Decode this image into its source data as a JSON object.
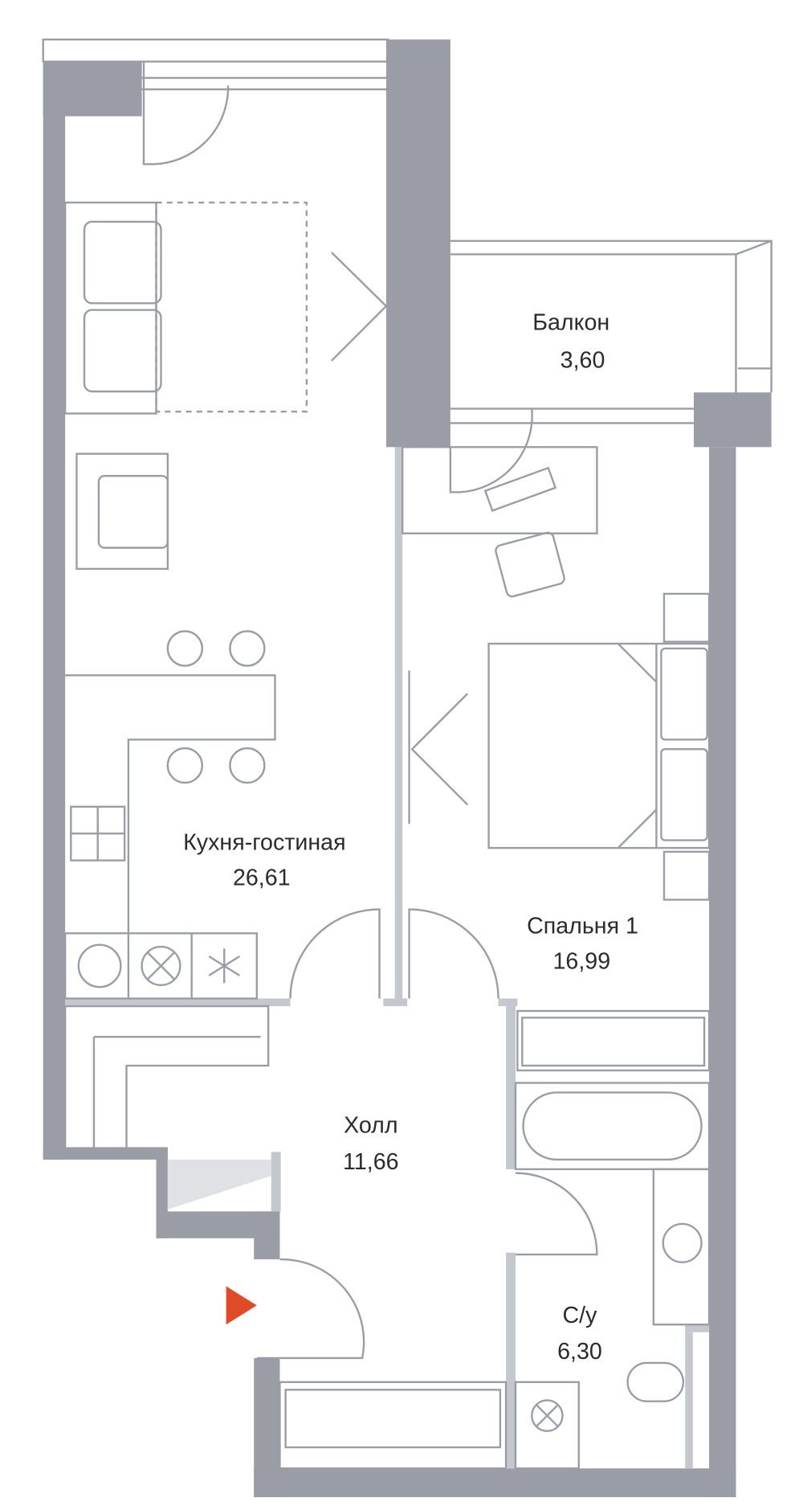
{
  "rooms": [
    {
      "name": "Балкон",
      "area": "3,60"
    },
    {
      "name": "Кухня-гостиная",
      "area": "26,61"
    },
    {
      "name": "Спальня 1",
      "area": "16,99"
    },
    {
      "name": "Холл",
      "area": "11,66"
    },
    {
      "name": "С/у",
      "area": "6,30"
    }
  ],
  "colors": {
    "wall": "#9a9da6",
    "partition": "#c4c7cd",
    "entrance": "#e04b27"
  }
}
